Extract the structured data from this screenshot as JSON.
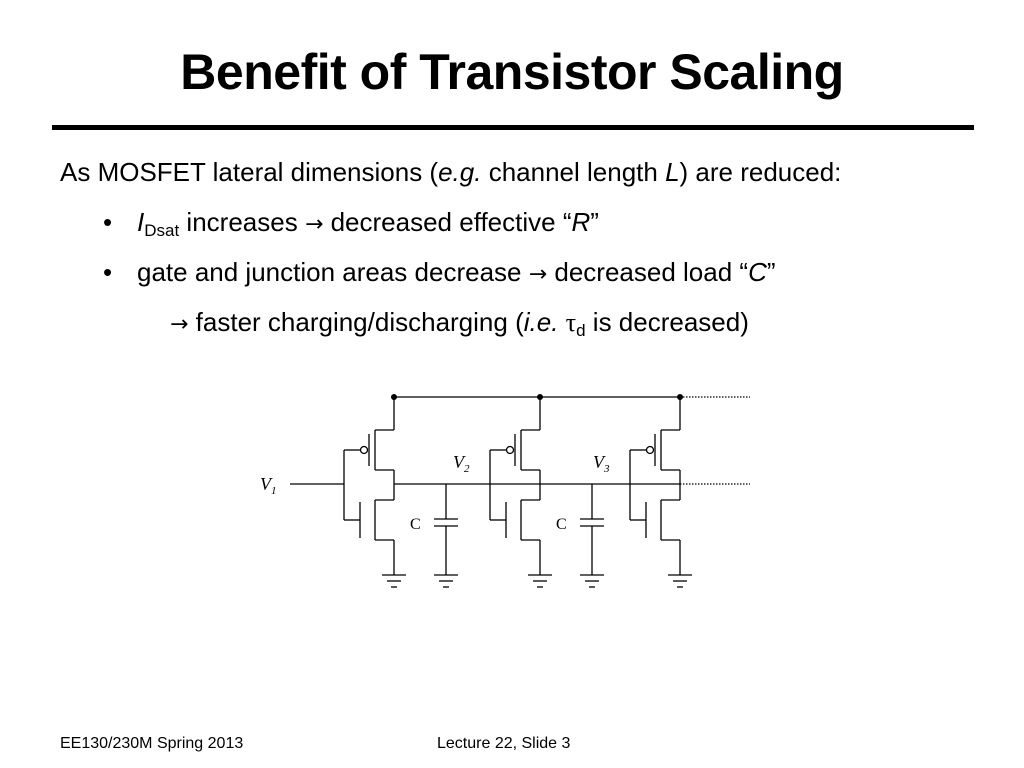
{
  "slide": {
    "title": "Benefit of Transistor Scaling",
    "intro": {
      "lead": "As MOSFET lateral dimensions (",
      "eg": "e.g.",
      "mid": " channel length ",
      "L": "L",
      "tail": ") are reduced:"
    },
    "bullet_char": "•",
    "arrow_char": "→",
    "bullet1": {
      "I": "I",
      "sub": "Dsat",
      "text1": " increases ",
      "text2": " decreased effective “",
      "R": "R",
      "close": "”"
    },
    "bullet2": {
      "text1": "gate and junction areas decrease ",
      "text2": " decreased load “",
      "C": "C",
      "close": "”"
    },
    "result": {
      "text1": " faster charging/discharging (",
      "ie": "i.e.",
      "tau": "τ",
      "sub": "d",
      "text2": " is decreased)"
    }
  },
  "circuit": {
    "input_label": "V",
    "input_sub": "1",
    "node2_label": "V",
    "node2_sub": "2",
    "node3_label": "V",
    "node3_sub": "3",
    "cap1_label": "C",
    "cap2_label": "C"
  },
  "footer": {
    "course": "EE130/230M Spring 2013",
    "slide_ref": "Lecture 22, Slide 3"
  }
}
